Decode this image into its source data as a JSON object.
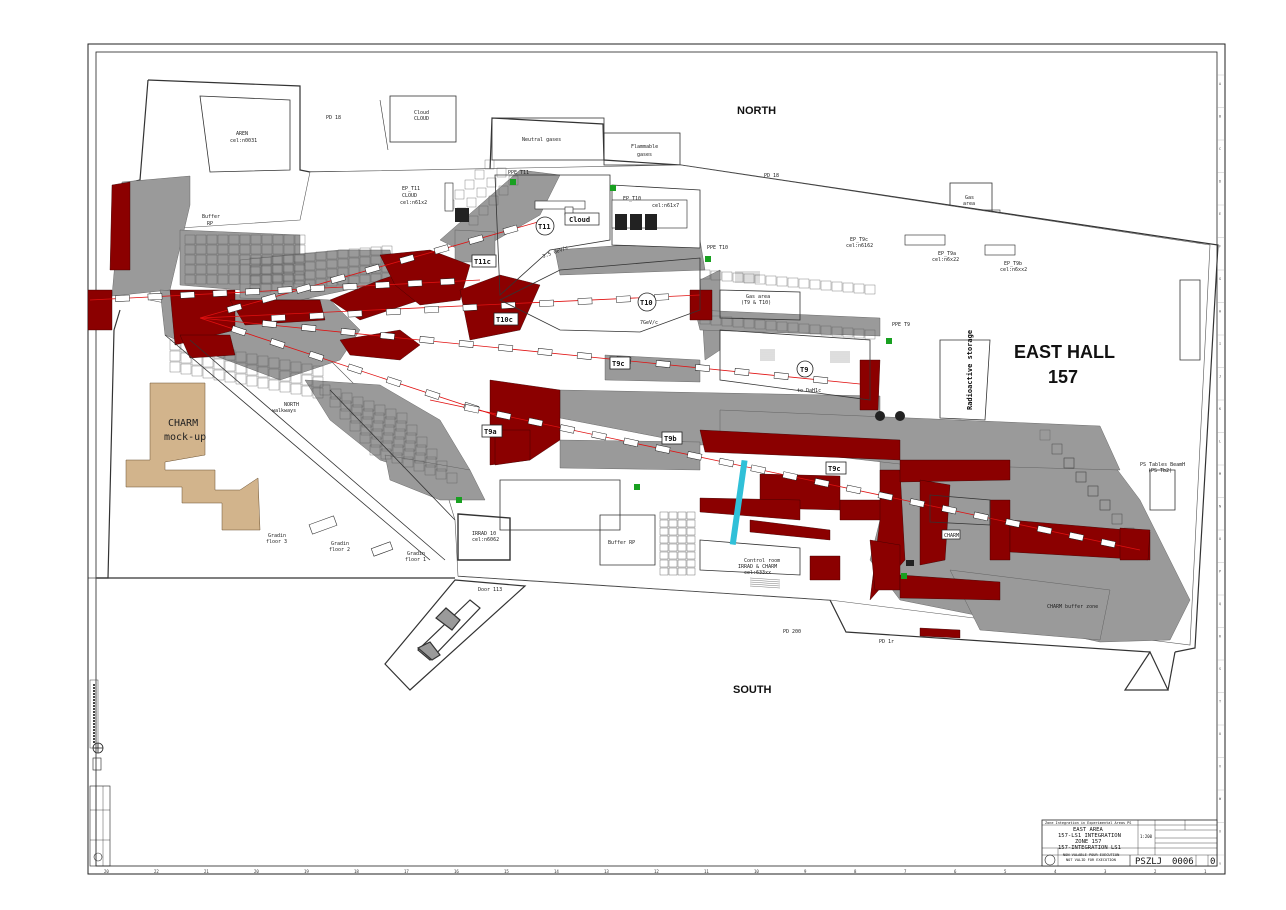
{
  "colors": {
    "shielding": "#8b0000",
    "concrete": "#9a9a9a",
    "beam": "#e01010",
    "charm_mockup": "#d2b48c",
    "cyan_line": "#30c0d8",
    "green_marker": "#18a020"
  },
  "compass": {
    "north": "NORTH",
    "south": "SOUTH"
  },
  "hall": {
    "name": "EAST HALL",
    "number": "157"
  },
  "zones": {
    "storage": "Radioactive storage",
    "charm_mockup": [
      "CHARM",
      "mock-up"
    ],
    "buffer_rp_main": "Buffer RP",
    "charm_buffer": "CHARM buffer zone",
    "control_room": [
      "Control room",
      "IRRAD & CHARM",
      "cel:633xx"
    ],
    "irrad": [
      "IRRAD 10",
      "cel:n6062"
    ],
    "north_walkways": [
      "NORTH",
      "walkways"
    ],
    "neutral_gases": "Neutral gases",
    "flammable": [
      "Flammable",
      "gases"
    ],
    "gas_area_top": [
      "Gas",
      "area"
    ],
    "gas_area_mid": [
      "Gas area",
      "(T9 & T10)"
    ],
    "cloud": [
      "Cloud",
      "CLOUD"
    ],
    "aren": [
      "AREN",
      "cel:n0031"
    ],
    "buffer_rp_left": [
      "Buffer",
      "RP"
    ],
    "gradin_1": [
      "Gradin",
      "floor 1"
    ],
    "gradin_2": [
      "Gradin",
      "floor 2"
    ],
    "gradin_3": [
      "Gradin",
      "floor 3"
    ],
    "door": "Door 113",
    "ps_tables": [
      "PS Tables BeamH",
      "(PS Tb2)"
    ],
    "ep_t11": [
      "EP_T11",
      "CLOUD",
      "cel:n61x2"
    ],
    "ep_t10": [
      "EP_T10",
      "cel:n61x7"
    ],
    "ep_t9c": [
      "EP_T9c",
      "cel:n6162"
    ],
    "ep_t9a": [
      "EP_T9a",
      "cel:n6x22"
    ],
    "ep_t9b": [
      "EP_T9b",
      "cel:n6xx2"
    ],
    "pd18": "PD 18",
    "pd200": "PD 200",
    "pd1r": "PD 1r",
    "ppe_t11": "PPE T11",
    "ppe_t10": "PPE T10",
    "ppe_t9": "PPE T9",
    "to_dump": "to DaH1c",
    "t11_energy": "3.5 GeV/c",
    "t10_energy": "7GeV/c",
    "charm_box": "CHARM"
  },
  "beamlines": {
    "t11_circle": "T11",
    "t10_circle": "T10",
    "t9_circle": "T9",
    "t11c": "T11c",
    "t10c": "T10c",
    "t9c_upper": "T9c",
    "t9a": "T9a",
    "t9b": "T9b",
    "t9c_lower": "T9c"
  },
  "title_block": {
    "header": "Zone Integration in Experimental Areas PS",
    "line1": "EAST AREA",
    "line2": "157-LS1 INTEGRATION",
    "line3": "ZONE 157",
    "line4": "157-INTEGRATION LS1",
    "line5": "NON VALABLE POUR EXECUTION",
    "line6": "NOT VALID FOR EXECUTION",
    "scale": "1:200",
    "drawing_code": "PSZLJ",
    "drawing_number": "0006",
    "revision": "0"
  },
  "bottom_ruler": [
    "20",
    "22",
    "21",
    "20",
    "19",
    "18",
    "17",
    "16",
    "15",
    "14",
    "13",
    "12",
    "11",
    "10",
    "9",
    "8",
    "7",
    "6",
    "5",
    "4",
    "3",
    "2",
    "1"
  ],
  "right_ruler": [
    "A",
    "B",
    "C",
    "D",
    "E",
    "F",
    "G",
    "H",
    "I",
    "J",
    "K",
    "L",
    "M",
    "N",
    "O",
    "P",
    "Q",
    "R",
    "S",
    "T",
    "U",
    "V",
    "W",
    "X",
    "Y"
  ]
}
